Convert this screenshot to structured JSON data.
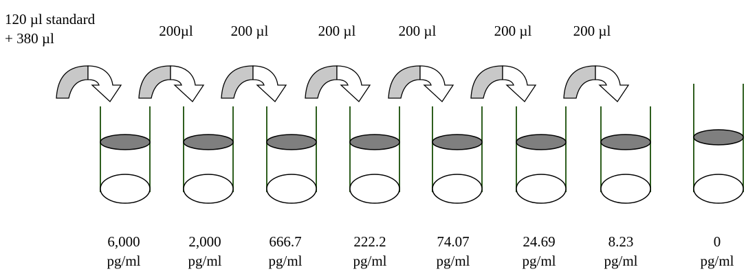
{
  "title": "",
  "intro": {
    "line1": "120 µl standard",
    "line2": "+ 380 µl"
  },
  "transfers": [
    "200µl",
    "200 µl",
    "200 µl",
    "200 µl",
    "200 µl",
    "200 µl"
  ],
  "tubes": [
    {
      "value": "6,000",
      "unit": "pg/ml"
    },
    {
      "value": "2,000",
      "unit": "pg/ml"
    },
    {
      "value": "666.7",
      "unit": "pg/ml"
    },
    {
      "value": "222.2",
      "unit": "pg/ml"
    },
    {
      "value": "74.07",
      "unit": "pg/ml"
    },
    {
      "value": "24.69",
      "unit": "pg/ml"
    },
    {
      "value": "8.23",
      "unit": "pg/ml"
    },
    {
      "value": "0",
      "unit": "pg/ml"
    }
  ],
  "colors": {
    "tube_wall": "#2e5e1e",
    "liquid": "#7f7f7f",
    "arrow_fill": "#c8c8c8",
    "arrow_outline": "#000000",
    "bottom_fill": "#ffffff"
  },
  "icons": {
    "arrow": "curved-transfer-arrow-icon",
    "tube": "test-tube-icon"
  }
}
